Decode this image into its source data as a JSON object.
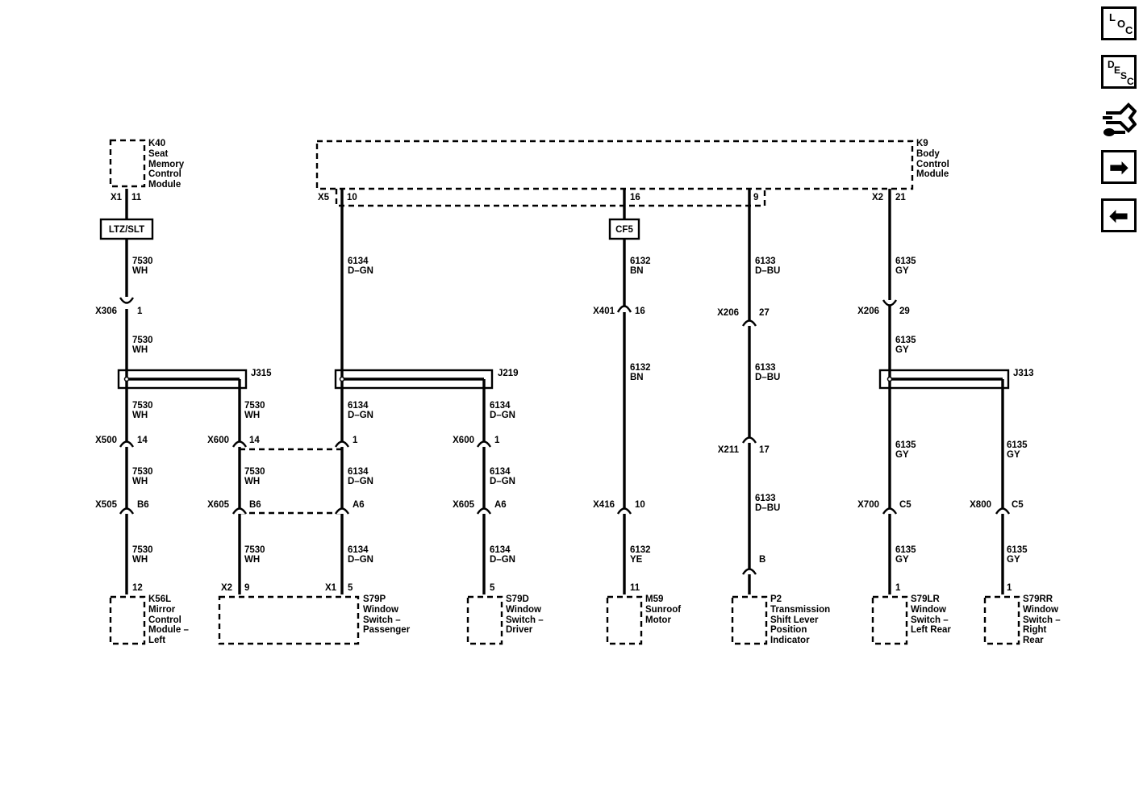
{
  "nav": {
    "loc": [
      "L",
      "O",
      "C"
    ],
    "desc": [
      "D",
      "E",
      "S",
      "C"
    ],
    "next_glyph": "➡",
    "prev_glyph": "⬅",
    "icons": [
      "loc-button-icon",
      "desc-button-icon",
      "connector-view-icon",
      "next-arrow-icon",
      "prev-arrow-icon"
    ]
  },
  "modules": {
    "k40": [
      "K40",
      "Seat",
      "Memory",
      "Control",
      "Module"
    ],
    "k9": [
      "K9",
      "Body",
      "Control",
      "Module"
    ],
    "k56l": [
      "K56L",
      "Mirror",
      "Control",
      "Module –",
      "Left"
    ],
    "s79p": [
      "S79P",
      "Window",
      "Switch –",
      "Passenger"
    ],
    "s79d": [
      "S79D",
      "Window",
      "Switch –",
      "Driver"
    ],
    "m59": [
      "M59",
      "Sunroof",
      "Motor"
    ],
    "p2": [
      "P2",
      "Transmission",
      "Shift Lever",
      "Position",
      "Indicator"
    ],
    "s79lr": [
      "S79LR",
      "Window",
      "Switch –",
      "Left Rear"
    ],
    "s79rr": [
      "S79RR",
      "Window",
      "Switch –",
      "Right",
      "Rear"
    ]
  },
  "options": {
    "ltz": "LTZ/SLT",
    "cf5": "CF5"
  },
  "splices": {
    "j315": "J315",
    "j219": "J219",
    "j313": "J313"
  },
  "k40_top": {
    "conn": "X1",
    "pin": "11"
  },
  "k9_pins": {
    "x5": "X5",
    "p10": "10",
    "p16": "16",
    "p9": "9",
    "x2": "X2",
    "p21": "21"
  },
  "wires": {
    "w7530": [
      "7530",
      "WH"
    ],
    "w6134": [
      "6134",
      "D–GN"
    ],
    "w6132bn": [
      "6132",
      "BN"
    ],
    "w6132ye": [
      "6132",
      "YE"
    ],
    "w6133": [
      "6133",
      "D–BU"
    ],
    "w6135": [
      "6135",
      "GY"
    ]
  },
  "inline": {
    "x306": {
      "conn": "X306",
      "pin": "1"
    },
    "x401": {
      "conn": "X401",
      "pin": "16"
    },
    "x206a": {
      "conn": "X206",
      "pin": "27"
    },
    "x206b": {
      "conn": "X206",
      "pin": "29"
    },
    "x500a": {
      "conn": "X500",
      "pin": "14"
    },
    "x600a": {
      "conn": "X600",
      "pin": "14"
    },
    "x500b": {
      "pin": "1"
    },
    "x600b": {
      "conn": "X600",
      "pin": "1"
    },
    "x211": {
      "conn": "X211",
      "pin": "17"
    },
    "x505a": {
      "conn": "X505",
      "pin": "B6"
    },
    "x605a": {
      "conn": "X605",
      "pin": "B6"
    },
    "x505b": {
      "pin": "A6"
    },
    "x605b": {
      "conn": "X605",
      "pin": "A6"
    },
    "x416": {
      "conn": "X416",
      "pin": "10"
    },
    "x700": {
      "conn": "X700",
      "pin": "C5"
    },
    "x800": {
      "conn": "X800",
      "pin": "C5"
    }
  },
  "bottom_pins": {
    "k56l": "12",
    "s79p_x2": "X2",
    "s79p_9": "9",
    "s79p_x1": "X1",
    "s79p_5": "5",
    "s79d": "5",
    "m59": "11",
    "p2": "B",
    "s79lr": "1",
    "s79rr": "1"
  }
}
